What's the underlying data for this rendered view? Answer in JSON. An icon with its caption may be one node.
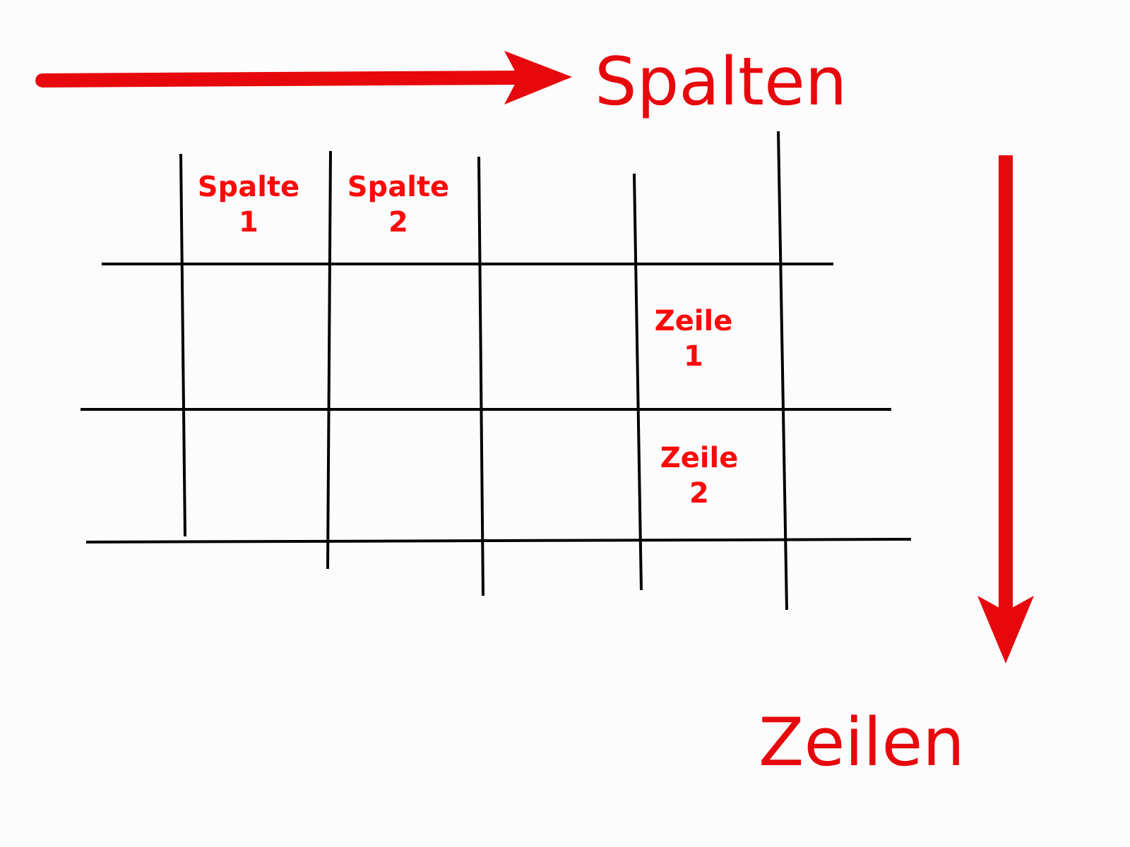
{
  "diagram": {
    "labels": [
      "Spalten",
      "Spalte 1",
      "Spalte 2",
      "Zeile 1",
      "Zeile 2",
      "Zeilen"
    ]
  }
}
